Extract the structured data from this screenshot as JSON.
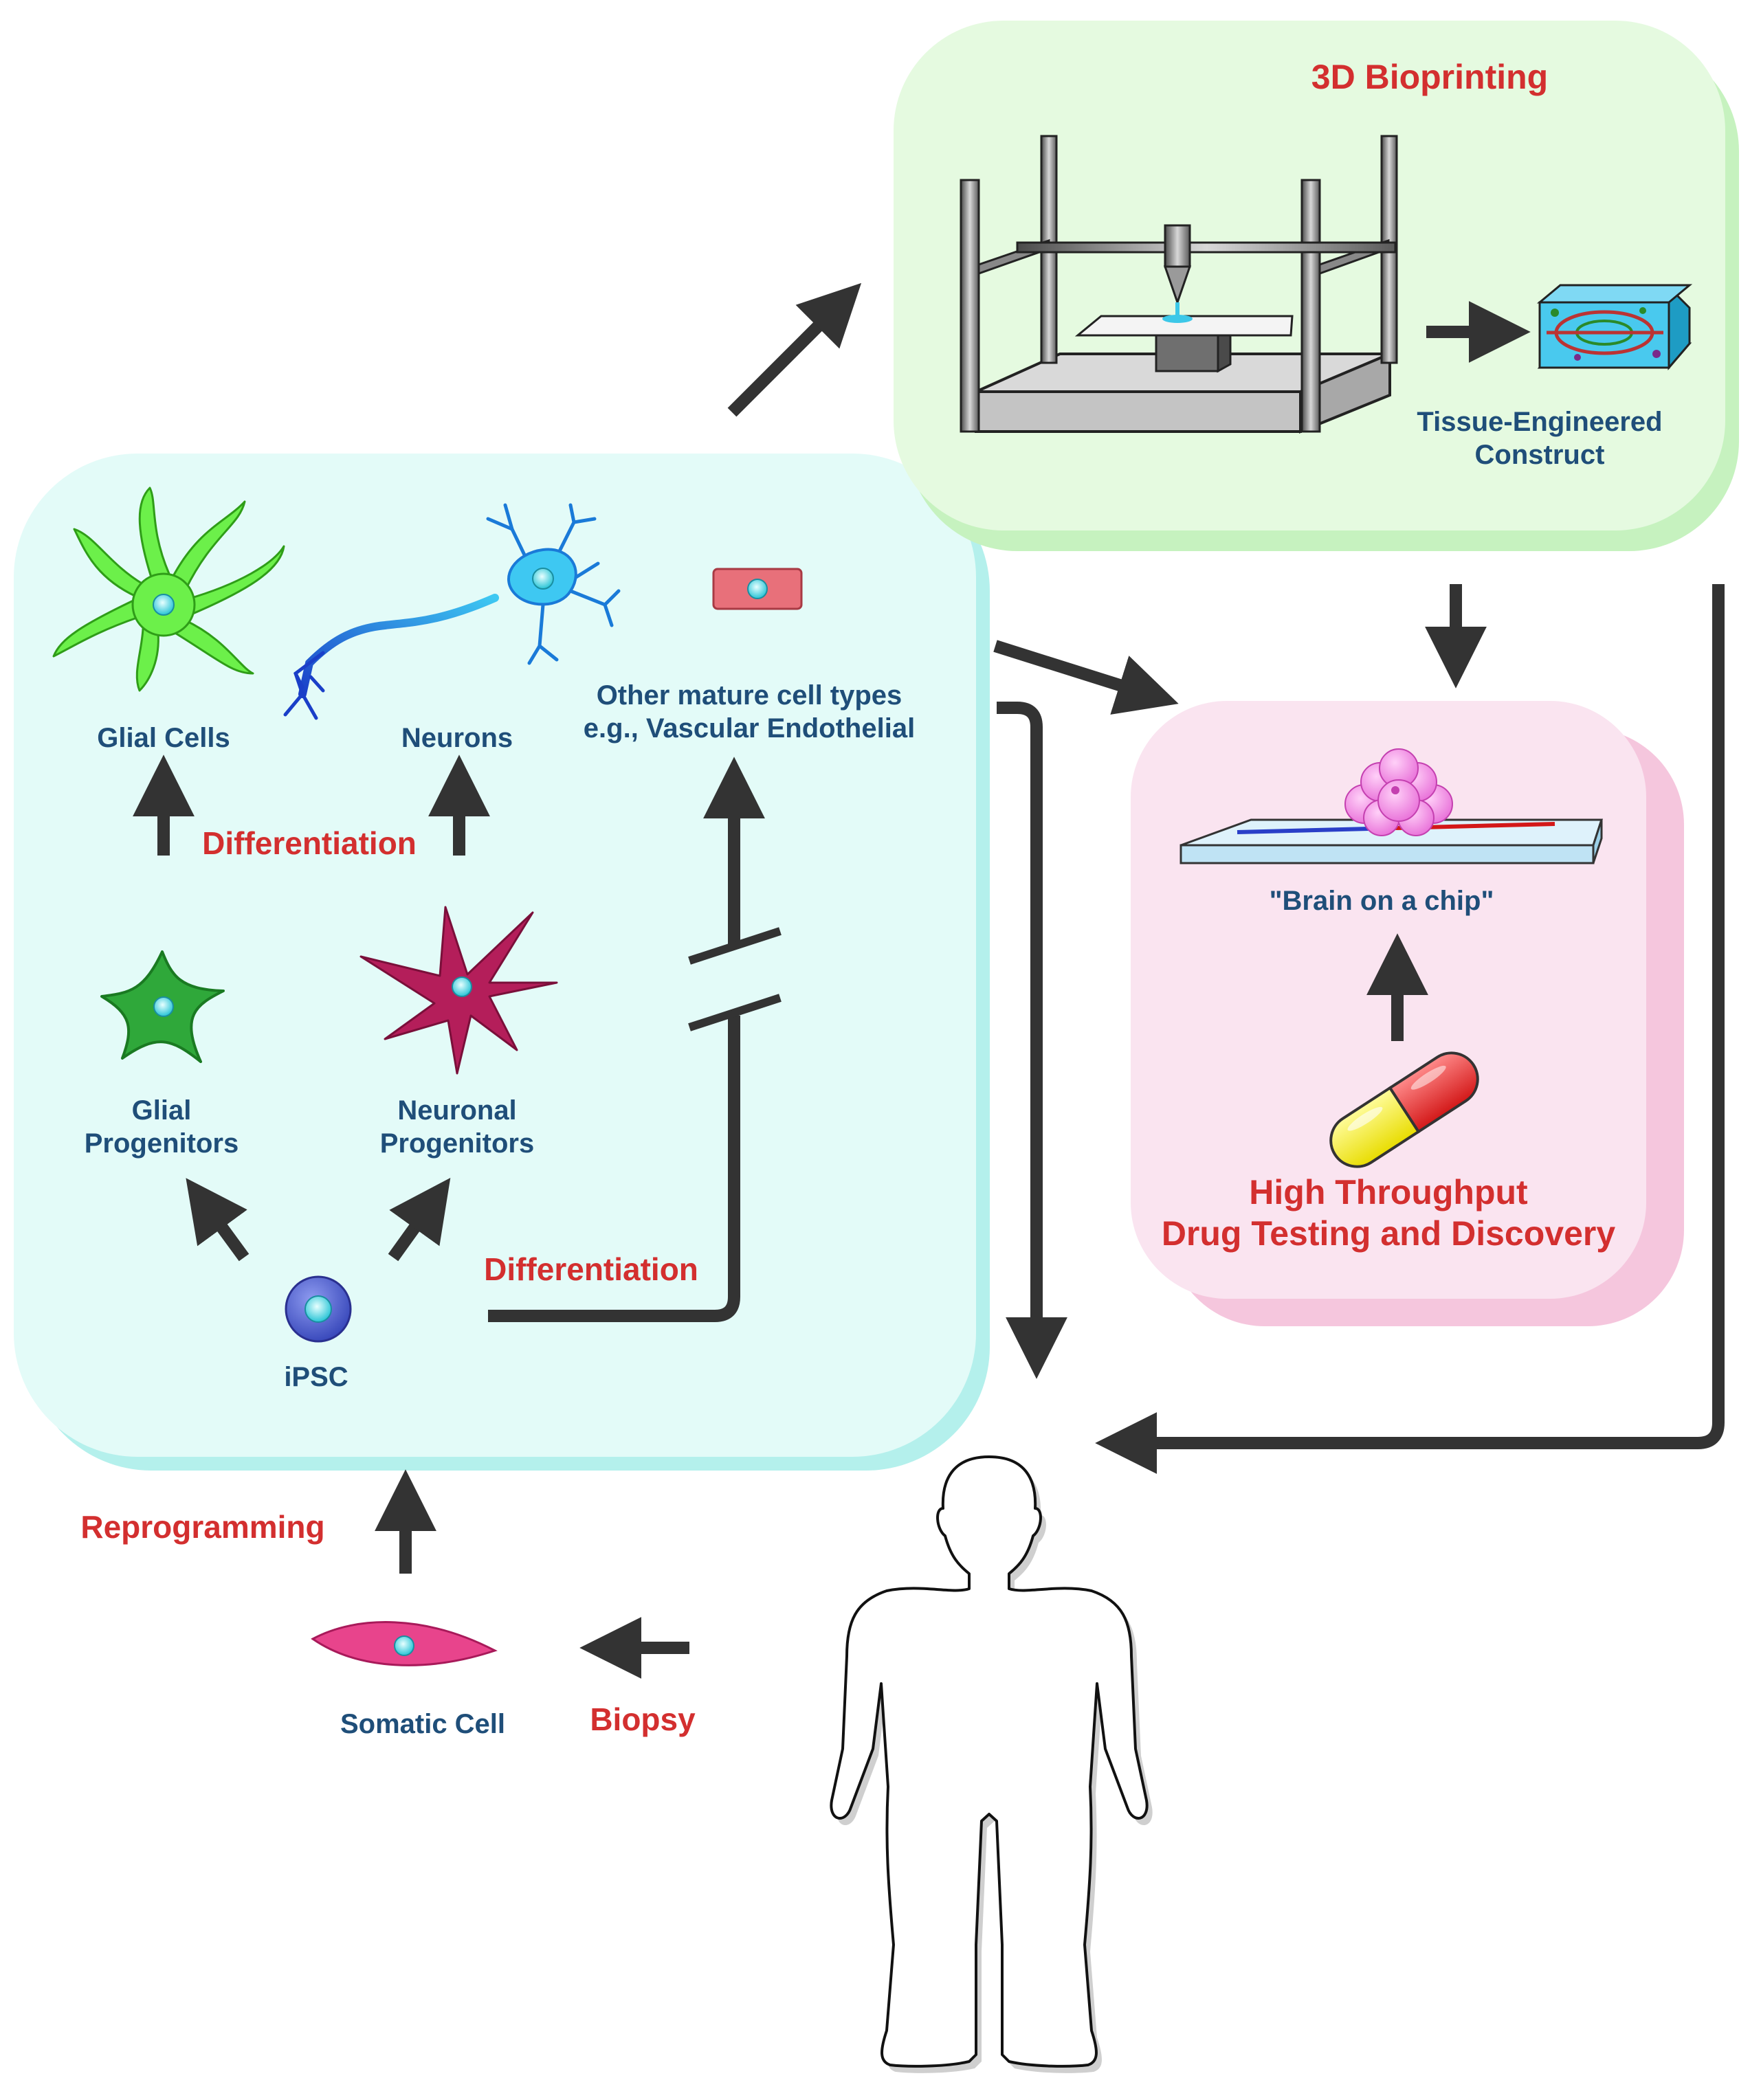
{
  "labels": {
    "bioprinting_title": "3D Bioprinting",
    "tissue_line1": "Tissue-Engineered",
    "tissue_line2": "Construct",
    "glial_cells": "Glial Cells",
    "neurons": "Neurons",
    "other_line1": "Other mature cell types",
    "other_line2": "e.g., Vascular Endothelial",
    "differentiation_top": "Differentiation",
    "glial_prog_line1": "Glial",
    "glial_prog_line2": "Progenitors",
    "neuronal_prog_line1": "Neuronal",
    "neuronal_prog_line2": "Progenitors",
    "differentiation_bottom": "Differentiation",
    "ipsc": "iPSC",
    "reprogramming": "Reprogramming",
    "somatic_cell": "Somatic Cell",
    "biopsy": "Biopsy",
    "brain_chip": "\"Brain on a chip\"",
    "drug_line1": "High Throughput",
    "drug_line2": "Drug Testing and Discovery"
  },
  "colors": {
    "cell_panel": "#e3fbf8",
    "cell_panel_shadow": "#b4f0ec",
    "bioprint_panel": "#e5fae0",
    "bioprint_panel_shadow": "#c6f2bf",
    "drug_panel": "#fae4f0",
    "drug_panel_shadow": "#f5c6dd",
    "arrow": "#333333",
    "label_blue": "#1f4e79",
    "label_red": "#d32f2f"
  }
}
